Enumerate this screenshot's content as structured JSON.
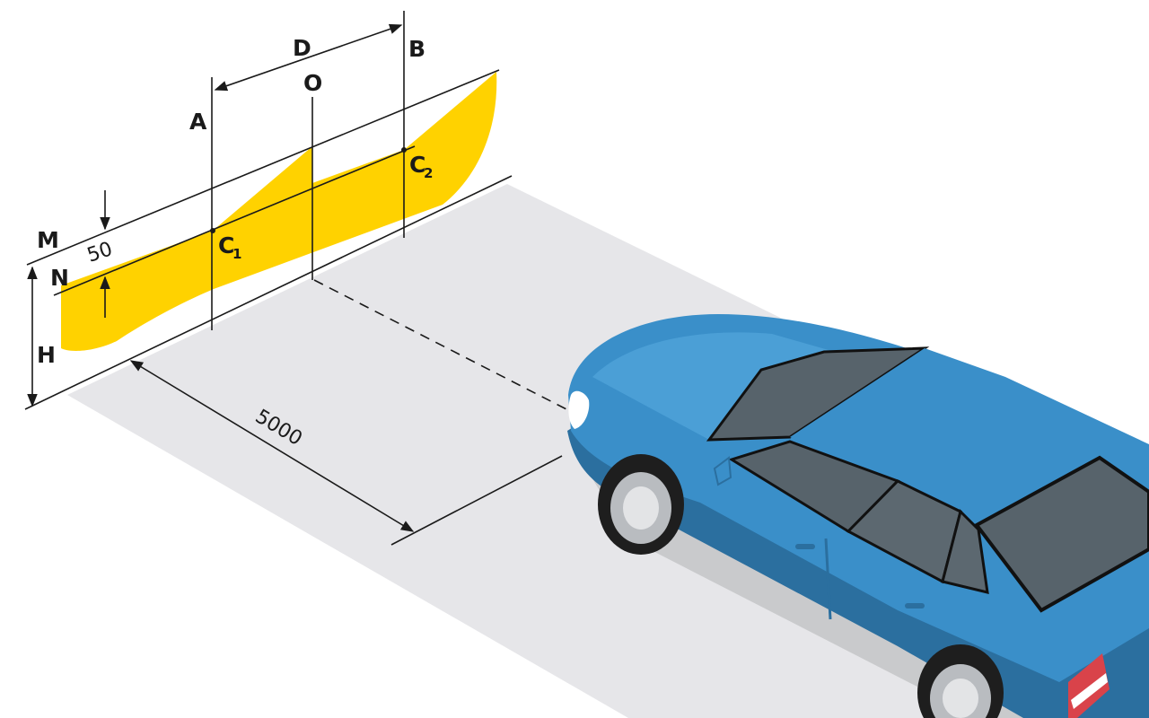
{
  "labels": {
    "A": "A",
    "B": "B",
    "O": "O",
    "D": "D",
    "M": "M",
    "N": "N",
    "H": "H",
    "C1": "C",
    "C1_sub": "1",
    "C2": "C",
    "C2_sub": "2",
    "gap": "50",
    "distance": "5000"
  },
  "colors": {
    "beam": "#ffd200",
    "floor": "#e6e6e9",
    "car_body": "#3a8fc9",
    "car_dark": "#2b6f9f",
    "glass": "#57636b",
    "ink": "#1a1a1a"
  },
  "icons": {
    "car": "sedan-car-icon"
  }
}
